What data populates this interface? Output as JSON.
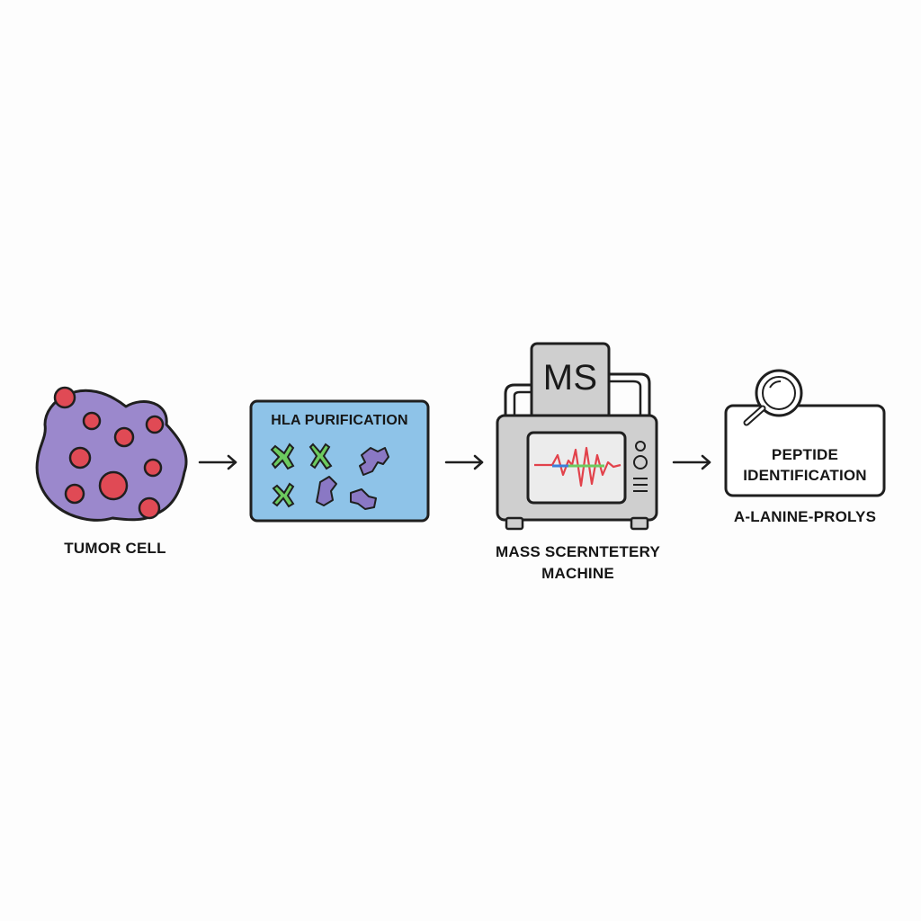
{
  "steps": {
    "tumor_cell": {
      "label": "TUMOR CELL"
    },
    "hla_purification": {
      "label": "HLA PURIFICATION"
    },
    "mass_spec": {
      "screen_label": "MS",
      "label": "MASS SCERNTETERY MACHINE"
    },
    "peptide_identification": {
      "label": "PEPTIDE IDENTIFICATION",
      "sequence": "A-LANINE-PROLYS"
    }
  },
  "colors": {
    "cell_body": "#9b88cc",
    "nucleus": "#e04a55",
    "panel_fill": "#8ec3e8",
    "green_fragment": "#6ccb5f",
    "purple_fragment": "#8a78c4",
    "machine_body": "#cfcfcf",
    "screen_fill": "#ececec",
    "trace_red": "#e2424b",
    "trace_green": "#6ccb5f",
    "trace_blue": "#3a7fd9",
    "outline": "#1f1f1f"
  },
  "icons": [
    "arrow-right-icon",
    "magnifier-icon"
  ]
}
